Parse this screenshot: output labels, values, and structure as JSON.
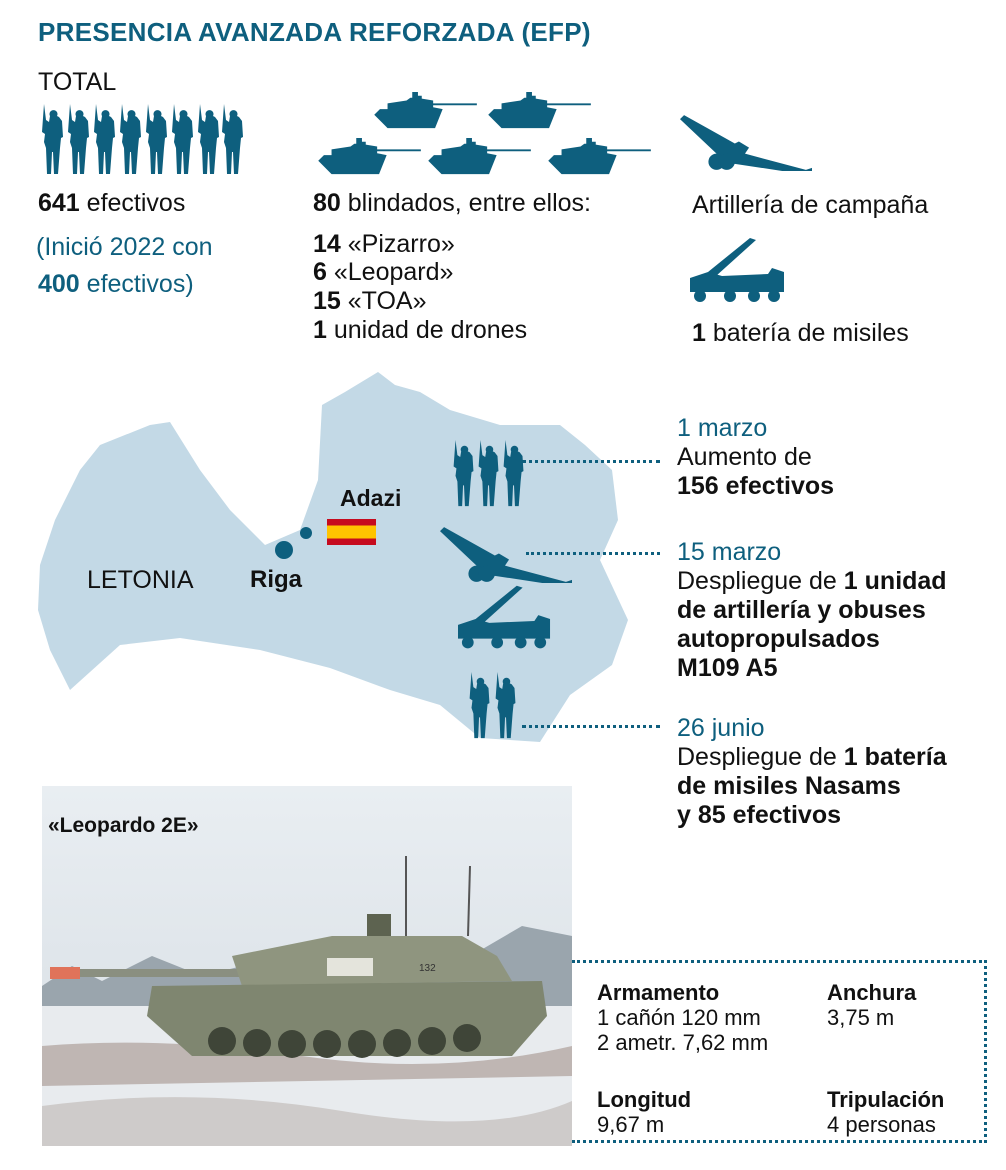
{
  "title": "PRESENCIA AVANZADA REFORZADA (EFP)",
  "total": {
    "label": "TOTAL",
    "count": "641",
    "count_label": " efectivos",
    "initial_line1": "(Inició 2022 con",
    "initial_count": "400",
    "initial_label": " efectivos)"
  },
  "armored": {
    "count": "80",
    "label": " blindados, entre ellos:",
    "items": [
      {
        "n": "14",
        "t": " «Pizarro»"
      },
      {
        "n": "6",
        "t": " «Leopard»"
      },
      {
        "n": "15",
        "t": " «TOA»"
      },
      {
        "n": "1",
        "t": " unidad de drones"
      }
    ]
  },
  "artillery": {
    "label": "Artillería de campaña"
  },
  "missiles": {
    "n": "1",
    "label": " batería de misiles"
  },
  "map": {
    "country": "LETONIA",
    "capital": "Riga",
    "base": "Adazi"
  },
  "timeline": [
    {
      "date": "1 marzo",
      "l1": "Aumento de",
      "l2b": "156 efectivos"
    },
    {
      "date": "15 marzo",
      "l1": "Despliegue de ",
      "l1b": "1 unidad",
      "l2b": "de artillería y obuses",
      "l3b": "autopropulsados",
      "l4b": "M109 A5"
    },
    {
      "date": "26 junio",
      "l1": "Despliegue de ",
      "l1b": "1 batería",
      "l2b": "de misiles Nasams",
      "l3b": "y 85 efectivos"
    }
  ],
  "photo": {
    "caption": "«Leopardo 2E»",
    "hull_number": "132"
  },
  "specs": {
    "armamento_h": "Armamento",
    "armamento_1": "1 cañón 120 mm",
    "armamento_2": "2 ametr. 7,62 mm",
    "anchura_h": "Anchura",
    "anchura": "3,75 m",
    "longitud_h": "Longitud",
    "longitud": "9,67 m",
    "tripulacion_h": "Tripulación",
    "tripulacion": "4 personas"
  },
  "colors": {
    "accent": "#0e5f7e",
    "map": "#c3d9e6"
  }
}
